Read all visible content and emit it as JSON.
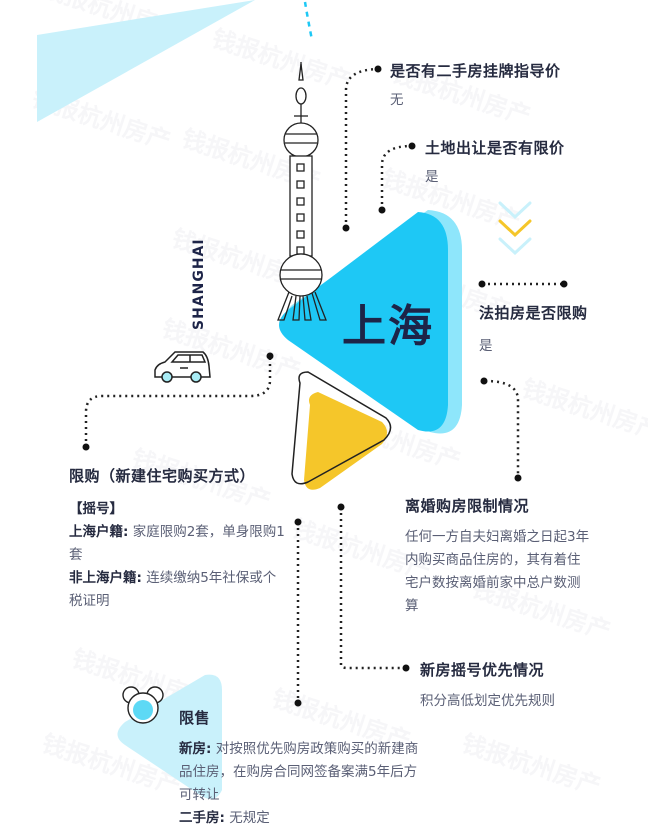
{
  "city": {
    "name_cn": "上海",
    "name_en": "SHANGHAI"
  },
  "colors": {
    "primary_blue": "#1ec8f5",
    "light_blue": "#c9f1fb",
    "yellow": "#f5c62a",
    "dark_text": "#262b40",
    "body_text": "#5a5f75"
  },
  "watermark": "钱报杭州房产",
  "sections": {
    "guide_price": {
      "title": "是否有二手房挂牌指导价",
      "value": "无"
    },
    "land_price_limit": {
      "title": "土地出让是否有限价",
      "value": "是"
    },
    "judicial_auction": {
      "title": "法拍房是否限购",
      "value": "是"
    },
    "purchase_limit": {
      "title": "限购（新建住宅购买方式）",
      "subtitle": "【摇号】",
      "lines": [
        {
          "label": "上海户籍",
          "sep": ":",
          "text": " 家庭限购2套，单身限购1套"
        },
        {
          "label": "非上海户籍",
          "sep": ":",
          "text": " 连续缴纳5年社保或个税证明"
        }
      ]
    },
    "divorce_limit": {
      "title": "离婚购房限制情况",
      "text": "任何一方自夫妇离婚之日起3年内购买商品住房的，其有着住宅户数按离婚前家中总户数测算"
    },
    "lottery_priority": {
      "title": "新房摇号优先情况",
      "value": "积分高低划定优先规则"
    },
    "sale_limit": {
      "title": "限售",
      "lines": [
        {
          "label": "新房",
          "sep": ":",
          "text": " 对按照优先购房政策购买的新建商品住房，在购房合同网签备案满5年后方可转让"
        },
        {
          "label": "二手房",
          "sep": ":",
          "text": " 无规定"
        }
      ]
    }
  },
  "icons": [
    "tv-tower-icon",
    "car-icon",
    "mouse-ears-icon",
    "chevrons-down-icon",
    "play-triangle-icon"
  ]
}
